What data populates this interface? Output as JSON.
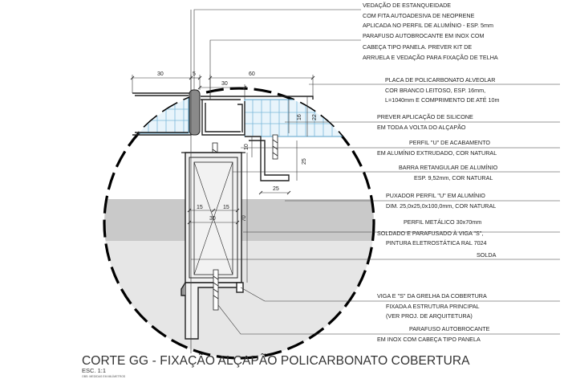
{
  "drawing": {
    "title": "CORTE GG - FIXAÇÃO ALÇAPÃO POLICARBONATO COBERTURA",
    "scale": "ESC. 1:1",
    "note": "OBS: MEDIDAS EM MILÍMETROS"
  },
  "dimensions": {
    "d30_left": "30",
    "d5": "5",
    "d60": "60",
    "d30_mid": "30",
    "d16": "16",
    "d22": "22",
    "d10": "10",
    "d25_vert": "25",
    "d25_horiz": "25",
    "d15_left": "15",
    "d15_right": "15",
    "d30_bottom": "30",
    "d70": "70"
  },
  "callouts": [
    {
      "lines": [
        "VEDAÇÃO DE ESTANQUEIDADE",
        "COM FITA AUTOADESIVA DE NEOPRENE",
        "APLICADA NO PERFIL DE ALUMÍNIO - ESP. 5mm"
      ]
    },
    {
      "lines": [
        "PARAFUSO AUTOBROCANTE  EM INOX COM",
        "CABEÇA TIPO PANELA. PREVER KIT DE",
        "ARRUELA E VEDAÇÃO PARA FIXAÇÃO DE TELHA"
      ]
    },
    {
      "lines": [
        "PLACA DE POLICARBONATO ALVEOLAR",
        "COR BRANCO LEITOSO, ESP. 16mm,",
        "L=1040mm E COMPRIMENTO DE ATÉ 10m"
      ]
    },
    {
      "lines": [
        "PREVER APLICAÇÃO DE SILICONE",
        "EM TODA A VOLTA DO  ALÇAPÃO"
      ]
    },
    {
      "lines": [
        "PERFIL \"U\" DE ACABAMENTO",
        "EM ALUMÍNIO EXTRUDADO, COR NATURAL"
      ]
    },
    {
      "lines": [
        "BARRA RETANGULAR DE ALUMÍNIO",
        "ESP. 9,52mm, COR NATURAL"
      ]
    },
    {
      "lines": [
        "PUXADOR PERFIL \"U\" EM ALUMÍNIO",
        "DIM. 25,0x25,0x100,0mm, COR NATURAL"
      ]
    },
    {
      "lines": [
        "PERFIL METÁLICO 30x70mm",
        "SOLDADO E PARAFUSADO À VIGA \"S\",",
        "PINTURA ELETROSTÁTICA RAL 7024"
      ]
    },
    {
      "lines": [
        "SOLDA"
      ]
    },
    {
      "lines": [
        "VIGA E \"S\" DA GRELHA DA COBERTURA",
        "FIXADA A ESTRUTURA PRINCIPAL",
        "(VER PROJ. DE ARQUITETURA)"
      ]
    },
    {
      "lines": [
        "PARAFUSO AUTOBROCANTE",
        "EM INOX COM CABEÇA TIPO PANELA"
      ]
    }
  ]
}
